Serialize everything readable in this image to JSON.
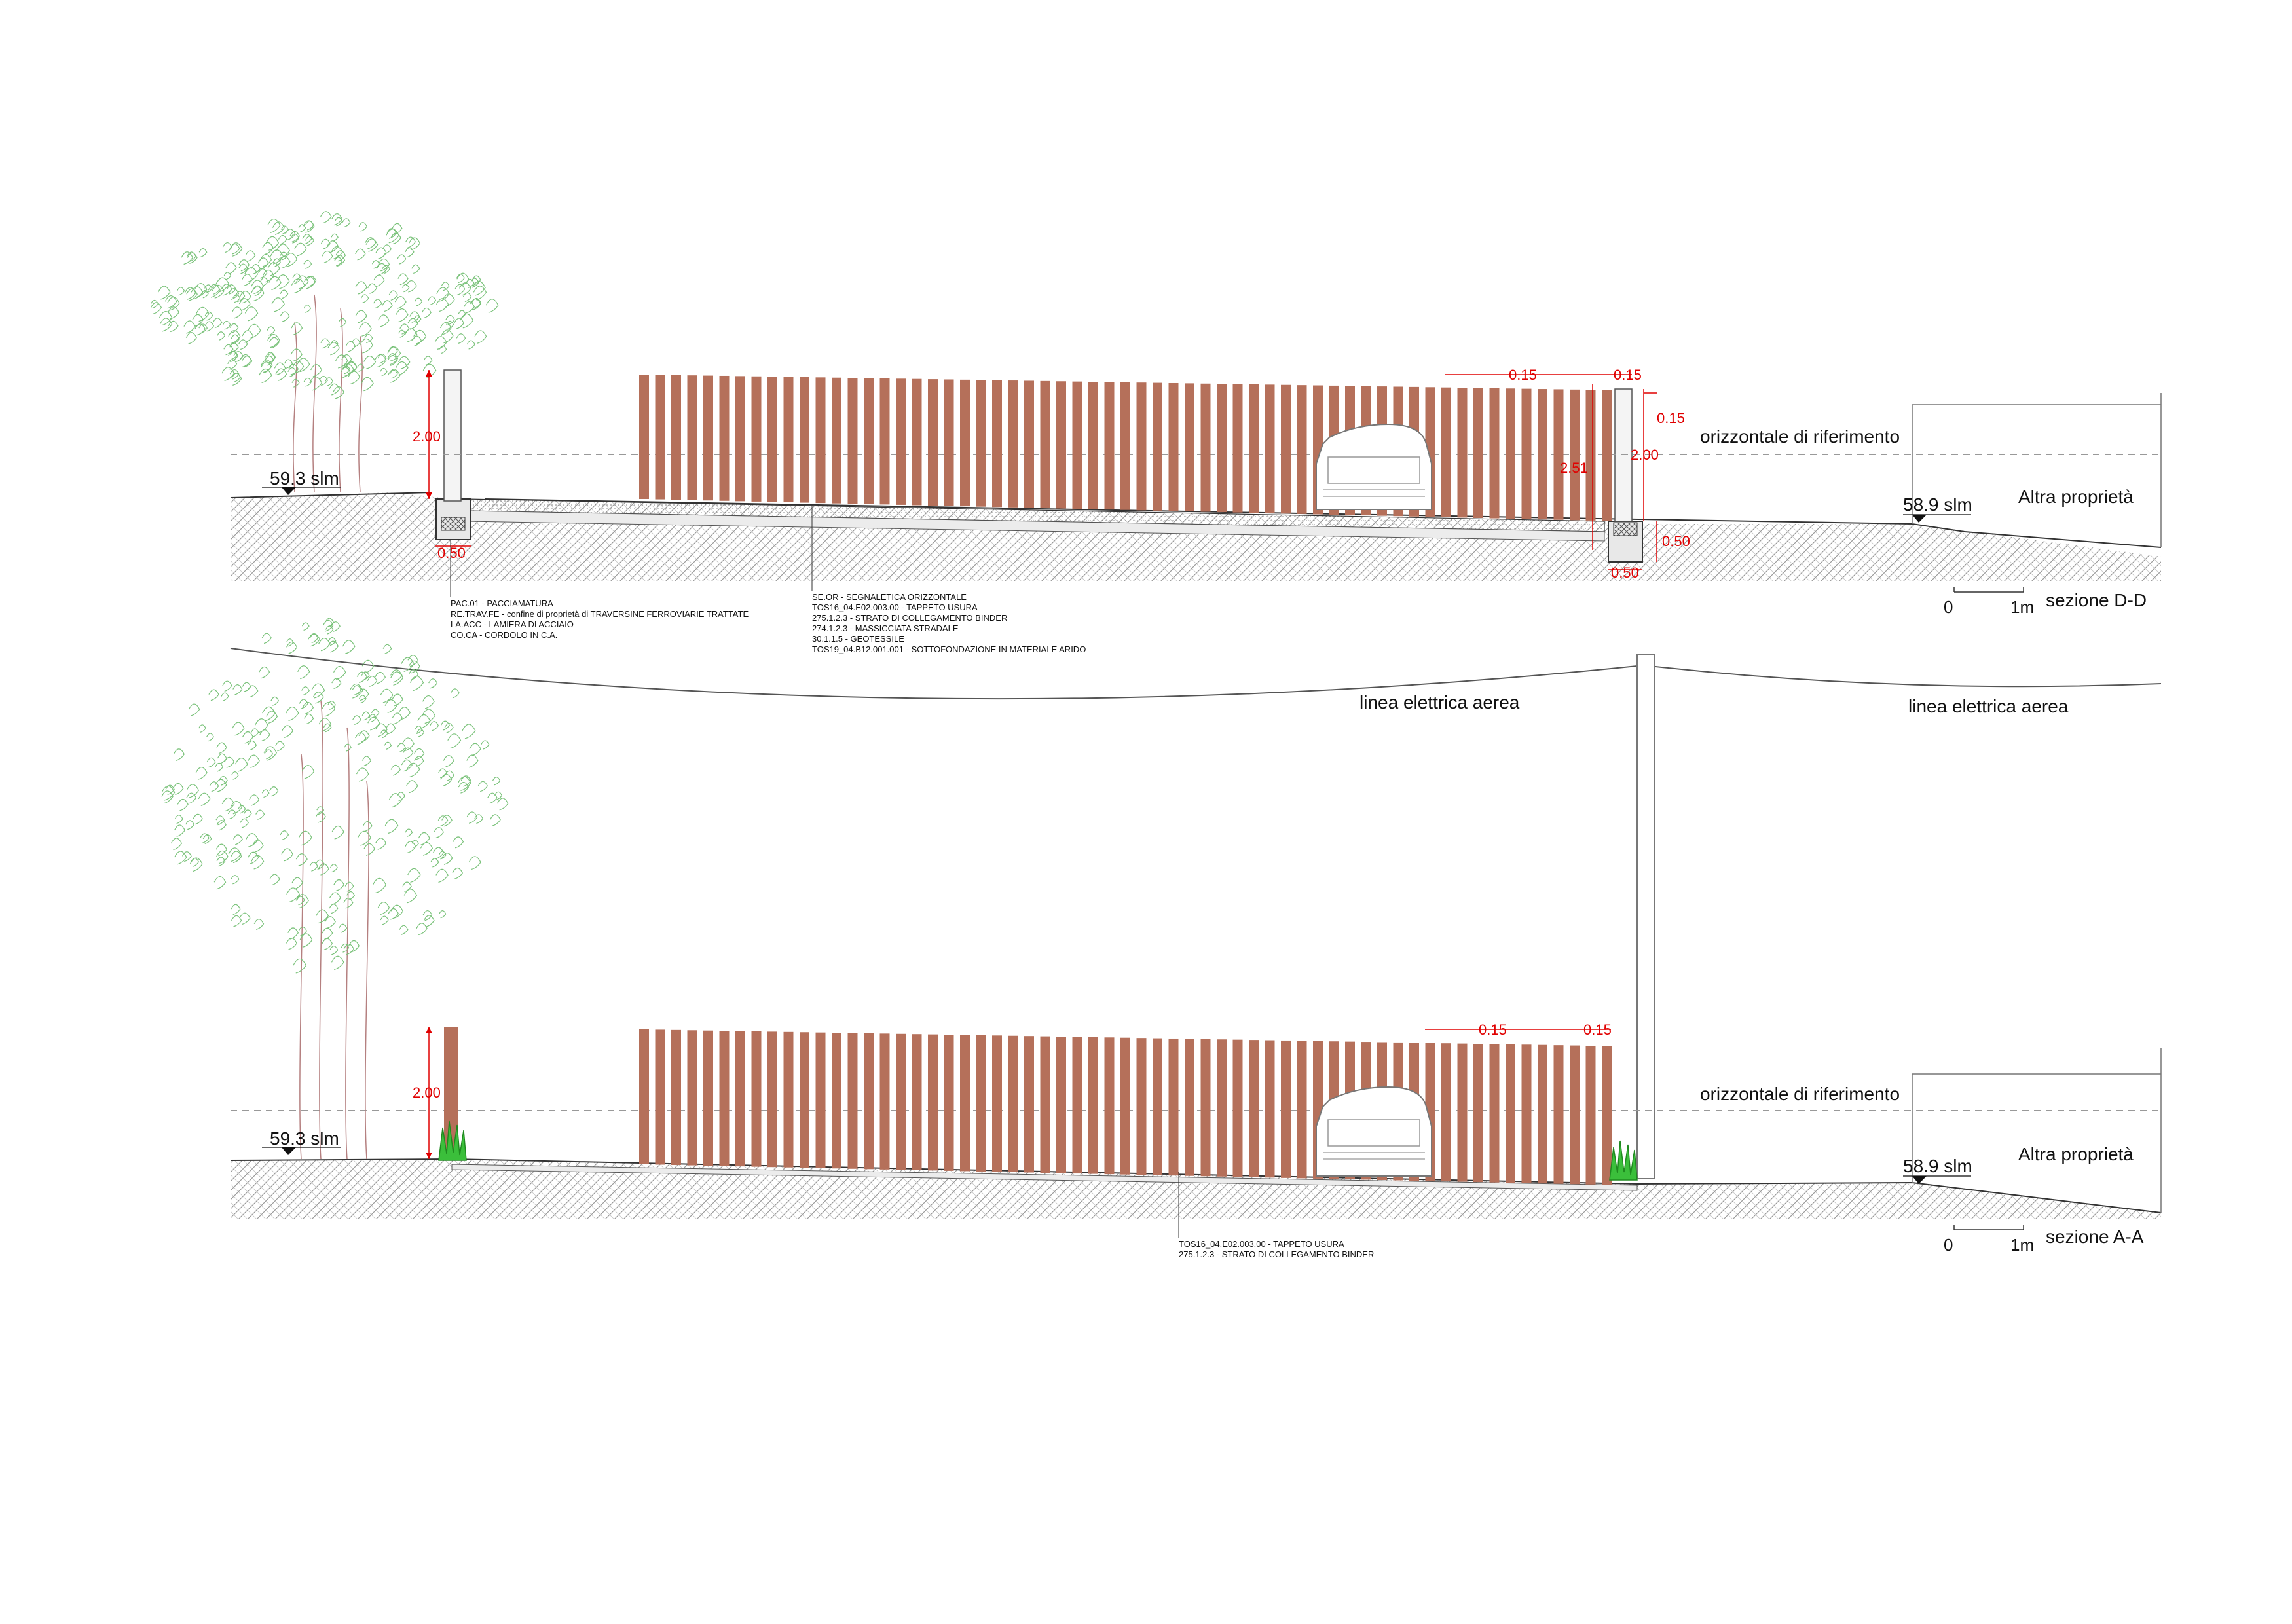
{
  "sections": [
    {
      "id": "D-D",
      "title": "sezione D-D",
      "ref_line_label": "orizzontale di riferimento",
      "property_label": "Altra proprietà",
      "left_elevation": "59.3 slm",
      "right_elevation": "58.9 slm",
      "scale_zero": "0",
      "scale_one": "1m",
      "dims": {
        "left_height": "2.00",
        "left_foot": "0.50",
        "right_height": "2.00",
        "right_total": "2.51",
        "right_foot_w": "0.50",
        "right_foot_h": "0.50",
        "slat_w": "0.15",
        "slat_gap": "0.15",
        "slat_top": "0.15"
      },
      "notes_left": [
        "PAC.01 - PACCIAMATURA",
        "RE.TRAV.FE - confine di proprietà di TRAVERSINE FERROVIARIE TRATTATE",
        "LA.ACC - LAMIERA DI ACCIAIO",
        "CO.CA - CORDOLO IN C.A."
      ],
      "notes_center": [
        "SE.OR - SEGNALETICA ORIZZONTALE",
        "TOS16_04.E02.003.00 - TAPPETO USURA",
        "275.1.2.3 - STRATO DI COLLEGAMENTO BINDER",
        "274.1.2.3 - MASSICCIATA STRADALE",
        "30.1.1.5 - GEOTESSILE",
        "TOS19_04.B12.001.001 - SOTTOFONDAZIONE IN MATERIALE ARIDO"
      ]
    },
    {
      "id": "A-A",
      "title": "sezione A-A",
      "ref_line_label": "orizzontale di riferimento",
      "property_label": "Altra proprietà",
      "left_elevation": "59.3 slm",
      "right_elevation": "58.9 slm",
      "scale_zero": "0",
      "scale_one": "1m",
      "dims": {
        "left_height": "2.00",
        "slat_w": "0.15",
        "slat_gap": "0.15"
      },
      "notes_center": [
        "TOS16_04.E02.003.00 - TAPPETO USURA",
        "275.1.2.3 - STRATO DI COLLEGAMENTO BINDER"
      ]
    }
  ],
  "power_line_label_left": "linea elettrica aerea",
  "power_line_label_right": "linea elettrica aerea",
  "colors": {
    "slat": "#b5705a",
    "dimension": "#e00000",
    "tree": "#7ac27a",
    "tree_trunk": "#b58080",
    "hedge": "#3bbf3b",
    "ground_line": "#555555"
  }
}
